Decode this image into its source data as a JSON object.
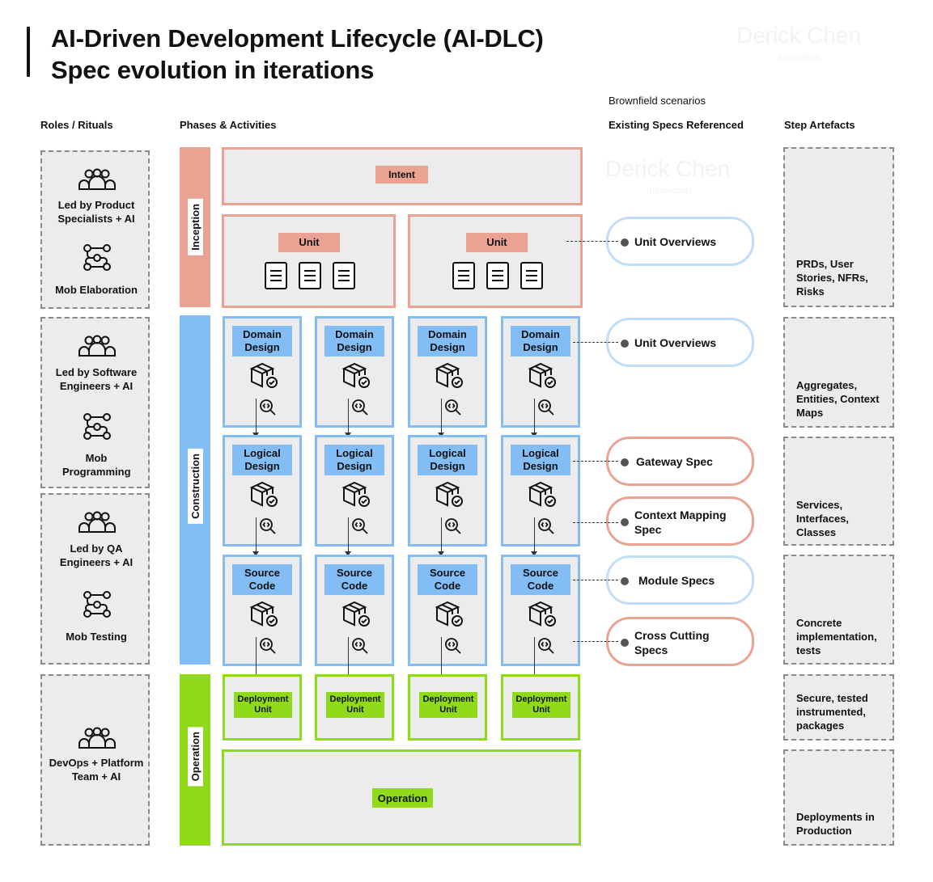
{
  "title": {
    "line1": "AI-Driven Development Lifecycle (AI-DLC)",
    "line2": "Spec evolution in iterations"
  },
  "watermark": {
    "name": "Derick Chen",
    "sub": "Innovation"
  },
  "columns": {
    "roles": "Roles / Rituals",
    "phases": "Phases & Activities",
    "brownfield": "Brownfield scenarios",
    "existing": "Existing Specs Referenced",
    "artefacts": "Step Artefacts"
  },
  "roles": [
    {
      "lead": "Led by Product Specialists + AI",
      "ritual": "Mob Elaboration"
    },
    {
      "lead": "Led by Software Engineers + AI",
      "ritual": "Mob Programming"
    },
    {
      "lead": "Led by QA Engineers + AI",
      "ritual": "Mob Testing"
    },
    {
      "lead": "DevOps + Platform Team + AI",
      "ritual": ""
    }
  ],
  "phases": {
    "inception": "Inception",
    "construction": "Construction",
    "operation": "Operation"
  },
  "diagram": {
    "intent": "Intent",
    "unit": "Unit",
    "domain_design": "Domain Design",
    "logical_design": "Logical Design",
    "source_code": "Source Code",
    "deployment_unit": "Deployment Unit",
    "operation": "Operation"
  },
  "specs": [
    {
      "label": "Unit Overviews",
      "style": "blue"
    },
    {
      "label": "Unit Overviews",
      "style": "blue"
    },
    {
      "label": "Gateway Spec",
      "style": "pink"
    },
    {
      "label": "Context Mapping Spec",
      "style": "pink"
    },
    {
      "label": "Module Specs",
      "style": "blue"
    },
    {
      "label": "Cross Cutting Specs",
      "style": "pink"
    }
  ],
  "artefacts": [
    "PRDs, User Stories, NFRs, Risks",
    "Aggregates, Entities, Context Maps",
    "Services, Interfaces, Classes",
    "Concrete implementation, tests",
    "Secure, tested instrumented, packages",
    "Deployments in Production"
  ],
  "colors": {
    "inception": "#eaa393",
    "construction": "#83bdf5",
    "operation": "#8fdb1a",
    "pill_blue_border": "#c1ddf8",
    "pill_pink_border": "#eaa393"
  }
}
